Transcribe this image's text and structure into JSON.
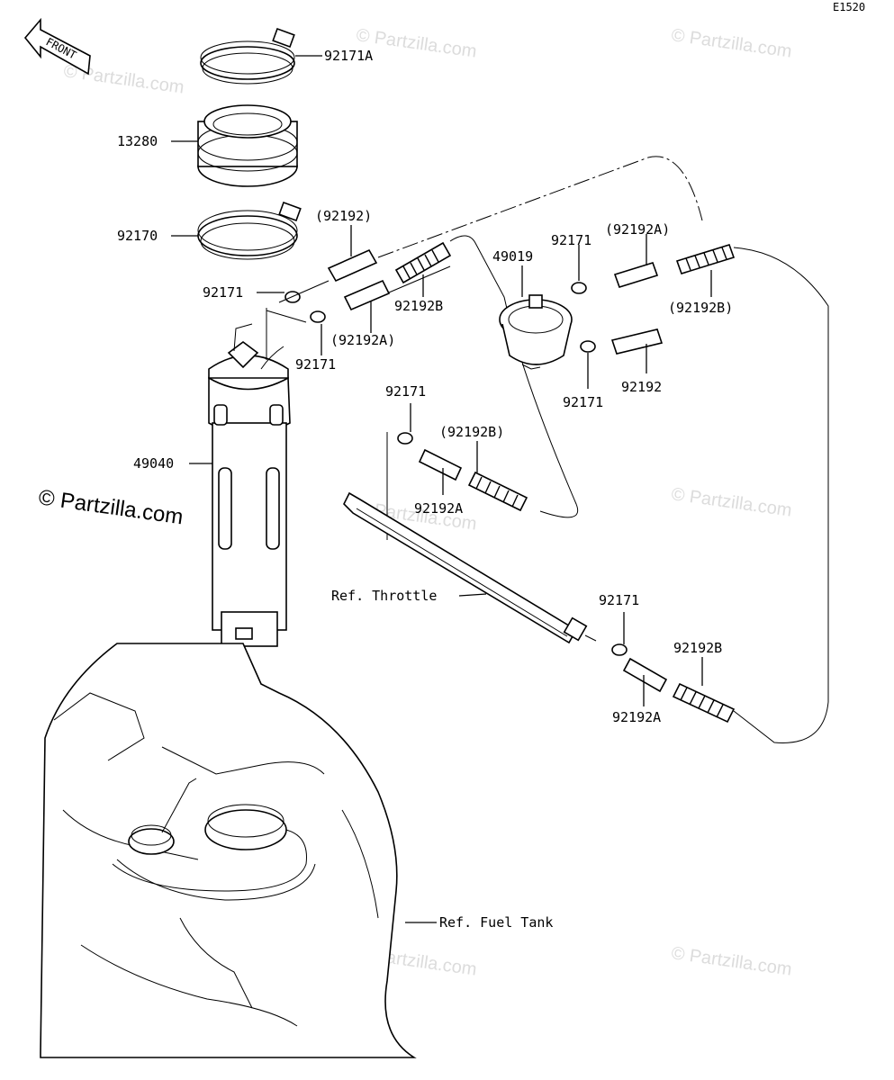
{
  "diagram_code": "E1520",
  "front_label": "FRONT",
  "watermark": "© Partzilla.com",
  "callouts": {
    "clamp_top": "92171A",
    "seal": "13280",
    "clamp_bottom": "92170",
    "hose_upper": "(92192)",
    "clip_left_upper": "92171",
    "hose_ribbed_left": "92192B",
    "hose_left_mid": "(92192A)",
    "clip_left_lower": "92171",
    "pump": "49040",
    "filter": "49019",
    "clip_filter_top": "92171",
    "hose_filter_top": "(92192A)",
    "hose_ribbed_filter": "(92192B)",
    "clip_filter_bottom": "92171",
    "hose_filter_bottom": "92192",
    "clip_center": "92171",
    "hose_ribbed_center": "(92192B)",
    "hose_center": "92192A",
    "ref_throttle": "Ref. Throttle",
    "clip_throttle": "92171",
    "hose_ribbed_throttle": "92192B",
    "hose_throttle": "92192A",
    "ref_fuel_tank": "Ref. Fuel  Tank"
  }
}
